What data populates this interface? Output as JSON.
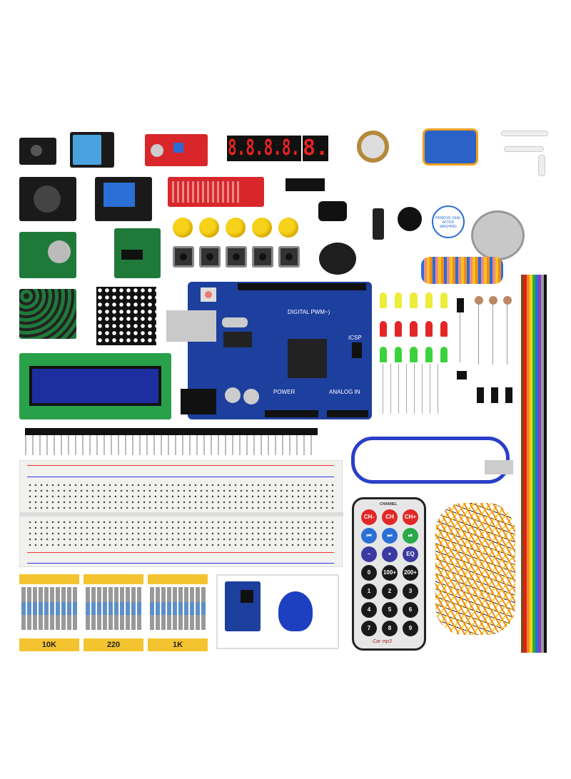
{
  "seven_segment": {
    "digits": "8.8.8.8.",
    "single": "8."
  },
  "buzzer_label": "REMOVE SEAL AFTER WASHING",
  "arduino": {
    "digital_label": "DIGITAL PWM~)",
    "power_label": "POWER",
    "analog_label": "ANALOG IN",
    "icsp_label": "ICSP"
  },
  "remote": {
    "channel_label": "CHANNEL",
    "buttons": [
      "CH-",
      "CH",
      "CH+",
      "⏮",
      "⏭",
      "⏯",
      "−",
      "+",
      "EQ",
      "0",
      "100+",
      "200+",
      "1",
      "2",
      "3",
      "4",
      "5",
      "6",
      "7",
      "8",
      "9"
    ],
    "brand": "Car mp3"
  },
  "resistors": [
    "10K",
    "220",
    "1K"
  ],
  "colors": {
    "pcb_blue": "#1d3f9e",
    "pcb_green": "#1f7a3a",
    "pcb_red": "#d8262b",
    "button_yellow": "#f6d21b",
    "label_yellow": "#f4c430"
  }
}
